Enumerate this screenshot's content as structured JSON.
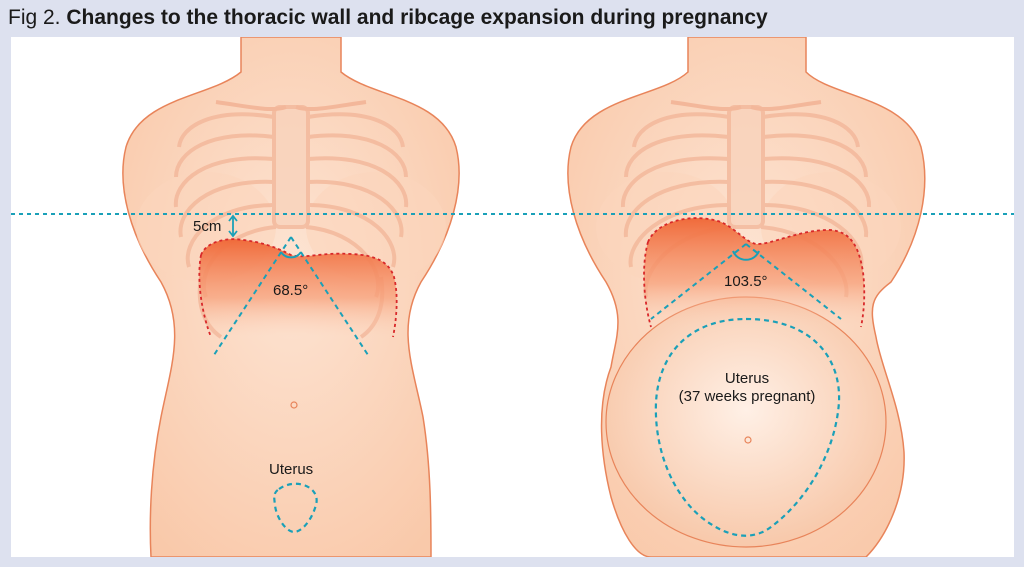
{
  "figure": {
    "number": "Fig 2.",
    "title": "Changes to the thoracic wall and ribcage expansion during pregnancy"
  },
  "left_figure": {
    "distance_label": "5cm",
    "angle_label": "68.5°",
    "uterus_label": "Uterus"
  },
  "right_figure": {
    "angle_label": "103.5°",
    "uterus_label_line1": "Uterus",
    "uterus_label_line2": "(37 weeks pregnant)"
  },
  "colors": {
    "background": "#dde1ef",
    "skin": "#fcd9c2",
    "skin_outline": "#e8845a",
    "diaphragm": "#f07a4a",
    "dotted_line": "#1aa0b8"
  }
}
